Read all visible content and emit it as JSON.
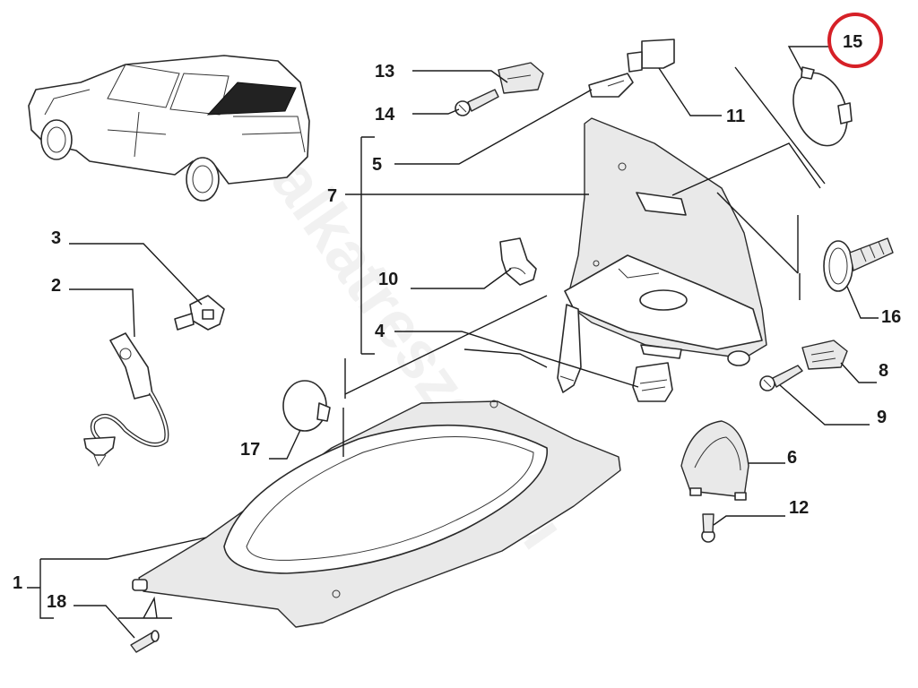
{
  "diagram": {
    "watermark": "alkatreszek.nu",
    "highlighted_label": "15",
    "highlight_color": "#d62027",
    "labels": {
      "l1": "1",
      "l2": "2",
      "l3": "3",
      "l4": "4",
      "l5": "5",
      "l6": "6",
      "l7": "7",
      "l8": "8",
      "l9": "9",
      "l10": "10",
      "l11": "11",
      "l12": "12",
      "l13": "13",
      "l14": "14",
      "l15": "15",
      "l16": "16",
      "l17": "17",
      "l18": "18"
    }
  }
}
